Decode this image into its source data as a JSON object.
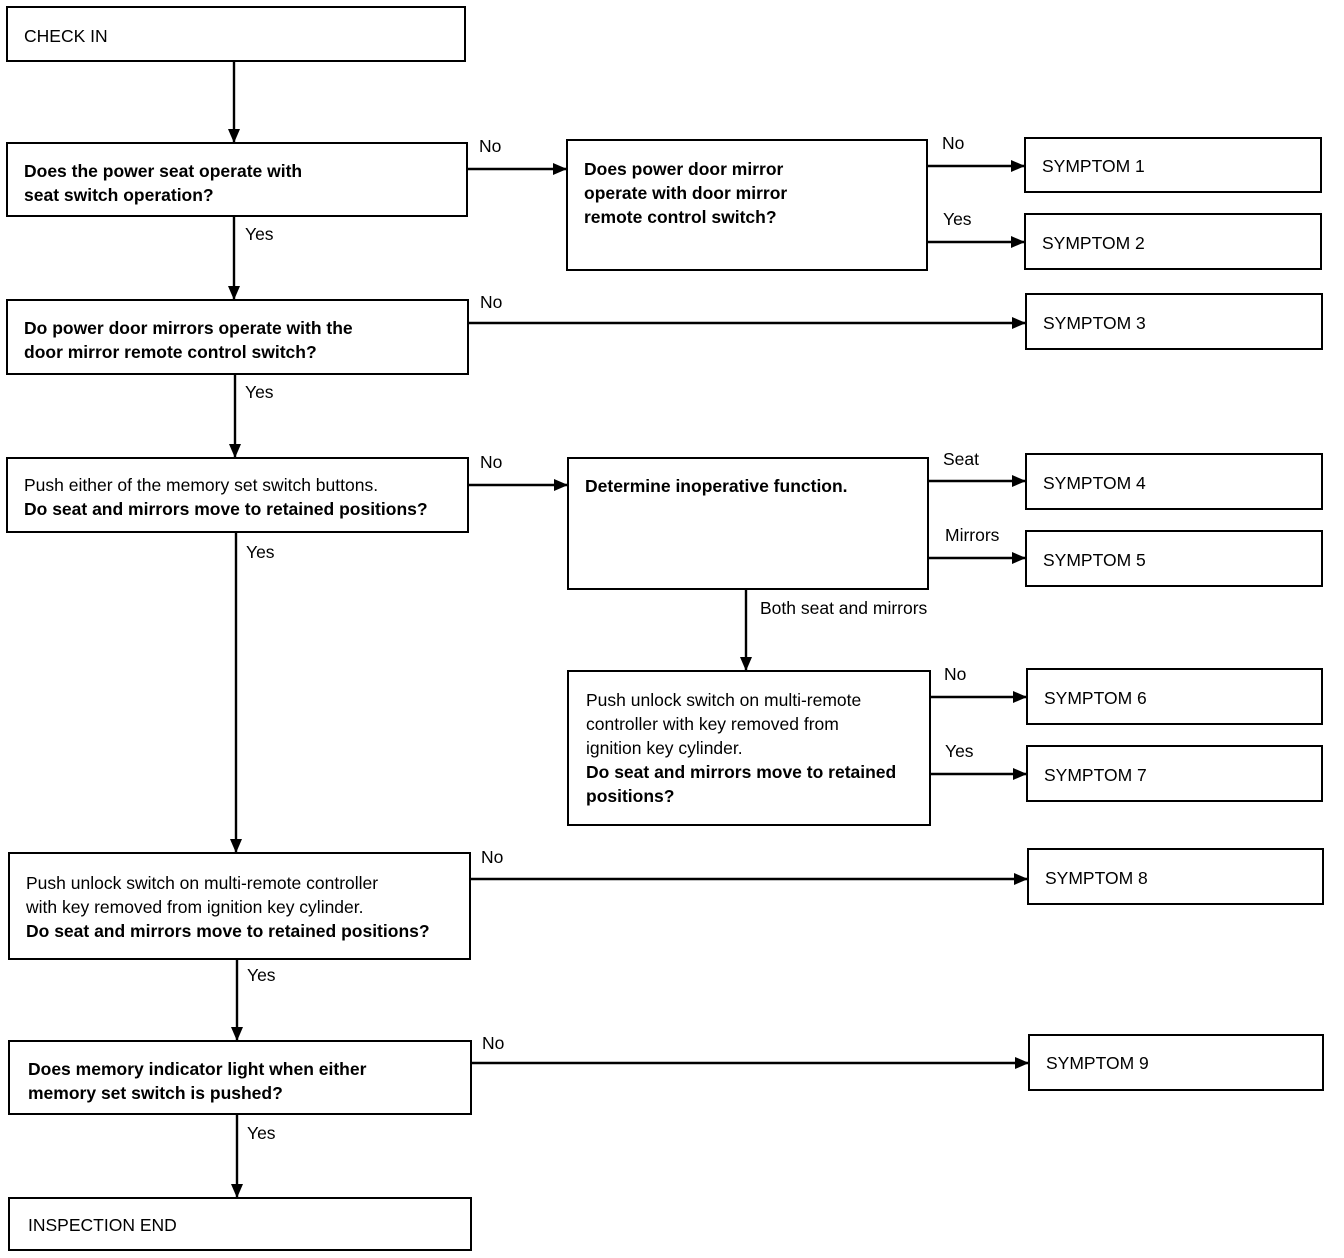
{
  "nodes": {
    "check_in": {
      "lines": [
        "CHECK IN"
      ]
    },
    "q1": {
      "lines": [
        "Does the power seat operate with",
        "seat switch operation?"
      ]
    },
    "q1b": {
      "lines": [
        "Does power door mirror",
        "operate with door mirror",
        "remote control switch?"
      ]
    },
    "q2": {
      "lines": [
        "Do power door mirrors operate with the",
        "door mirror remote control switch?"
      ]
    },
    "q3": {
      "lines": [
        "Push either of the memory set switch buttons.",
        "Do seat and mirrors move to retained positions?"
      ]
    },
    "q3b": {
      "lines": [
        "Determine inoperative function."
      ]
    },
    "q3c": {
      "lines": [
        "Push unlock switch on multi-remote",
        "controller with key removed from",
        "ignition key cylinder.",
        "Do seat and mirrors move to retained",
        "positions?"
      ]
    },
    "q4": {
      "lines": [
        "Push unlock switch on multi-remote controller",
        "with key removed from ignition key cylinder.",
        "Do seat and mirrors move to retained positions?"
      ]
    },
    "q5": {
      "lines": [
        "Does memory indicator light when either",
        "memory set switch is pushed?"
      ]
    },
    "end": {
      "lines": [
        "INSPECTION END"
      ]
    }
  },
  "symptoms": [
    "SYMPTOM 1",
    "SYMPTOM 2",
    "SYMPTOM 3",
    "SYMPTOM 4",
    "SYMPTOM 5",
    "SYMPTOM 6",
    "SYMPTOM 7",
    "SYMPTOM 8",
    "SYMPTOM 9"
  ],
  "labels": {
    "no": "No",
    "yes": "Yes",
    "seat": "Seat",
    "mirrors": "Mirrors",
    "both": "Both seat and mirrors"
  }
}
